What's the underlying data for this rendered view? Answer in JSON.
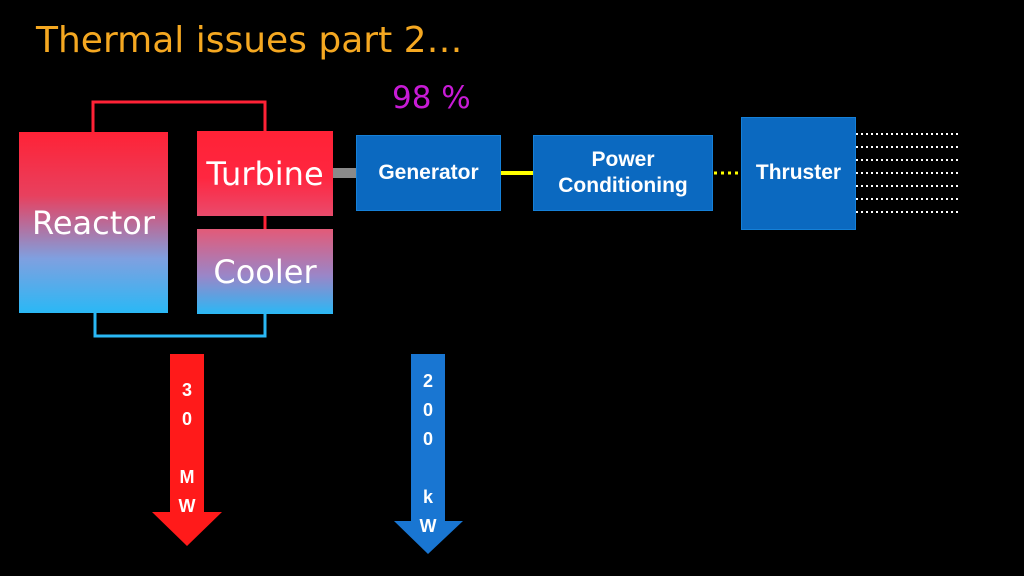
{
  "slide": {
    "title": "Thermal issues part 2…",
    "efficiency": "98 %"
  },
  "blocks": {
    "reactor": "Reactor",
    "turbine": "Turbine",
    "cooler": "Cooler",
    "generator": "Generator",
    "power_conditioning": "Power\nConditioning",
    "thruster": "Thruster"
  },
  "arrows": {
    "waste_heat": "3\n0\n\nM\nW",
    "generator_loss": "2\n0\n0\n\nk\nW"
  },
  "colors": {
    "title": "#f5a821",
    "efficiency": "#c81bd6",
    "hot": "#ff2236",
    "cold": "#2ab8f5",
    "block_blue": "#0b69c0",
    "heat_arrow": "#ff1a1a",
    "loss_arrow": "#1976d2",
    "electrical_link": "#ffff00",
    "shaft": "#8a8a8a"
  }
}
